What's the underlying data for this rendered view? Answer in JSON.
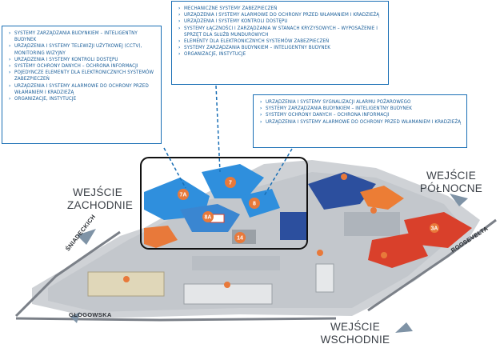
{
  "callouts": {
    "left": [
      "SYSTEMY ZARZĄDZANIA BUDYNKIEM – INTELIGENTNY BUDYNEK",
      "URZĄDZENIA I SYSTEMY TELEWIZJI UŻYTKOWEJ (CCTV), MONITORING WIZYJNY",
      "URZĄDZENIA I SYSTEMY KONTROLI DOSTĘPU",
      "SYSTEMY OCHRONY DANYCH – OCHRONA INFORMACJI",
      "POJEDYNCZE ELEMENTY DLA ELEKTRONICZNYCH SYSTEMÓW ZABEZPIECZEŃ",
      "URZĄDZENIA I SYSTEMY ALARMOWE DO OCHRONY PRZED WŁAMANIEM I KRADZIEŻĄ",
      "ORGANIZACJE, INSTYTUCJE"
    ],
    "top": [
      "MECHANICZNE SYSTEMY ZABEZPIECZEŃ",
      "URZĄDZENIA I SYSTEMY ALARMOWE DO OCHRONY PRZED WŁAMANIEM I KRADZIEŻĄ",
      "URZĄDZENIA I SYSTEMY KONTROLI DOSTĘPU",
      "SYSTEMY ŁĄCZNOŚCI I ZARZĄDZANIA W STANACH KRYZYSOWYCH – WYPOSAŻENIE I SPRZĘT DLA SŁUŻB MUNDUROWYCH",
      "ELEMENTY DLA ELEKTRONICZNYCH SYSTEMÓW ZABEZPIECZEŃ",
      "SYSTEMY ZARZĄDZANIA BUDYNKIEM – INTELIGENTNY BUDYNEK",
      "ORGANIZACJE, INSTYTUCJE"
    ],
    "right": [
      "URZĄDZENIA I SYSTEMY SYGNALIZACJI ALARMU POŻAROWEGO",
      "SYSTEMY ZARZĄDZANIA BUDYNKIEM – INTELIGENTNY BUDYNEK",
      "SYSTEMY OCHRONY DANYCH – OCHRONA INFORMACJI",
      "URZĄDZENIA I SYSTEMY ALARMOWE DO OCHRONY PRZED WŁAMANIEM I KRADZIEŻĄ"
    ]
  },
  "entrances": {
    "west": [
      "WEJŚCIE",
      "ZACHODNIE"
    ],
    "north": [
      "WEJŚCIE",
      "PÓŁNOCNE"
    ],
    "east": [
      "WEJŚCIE",
      "WSCHODNIE"
    ]
  },
  "streets": {
    "sniadeckich": "ŚNIADECKICH",
    "glogowska": "GŁOGOWSKA",
    "roosevelta": "ROOSEVELTA"
  },
  "pavilions": {
    "p7a": "7A",
    "p7": "7",
    "p8": "8",
    "p8a": "8A",
    "p14": "14",
    "p3a": "3A"
  },
  "colors": {
    "callout_border": "#1a6fb5",
    "callout_text": "#1a5e99",
    "pavilion_blue": "#2f8fdd",
    "pavilion_orange": "#e8793a",
    "pavilion_red": "#d9402b",
    "ground": "#c9ccd0",
    "highlight_frame": "#111111"
  }
}
